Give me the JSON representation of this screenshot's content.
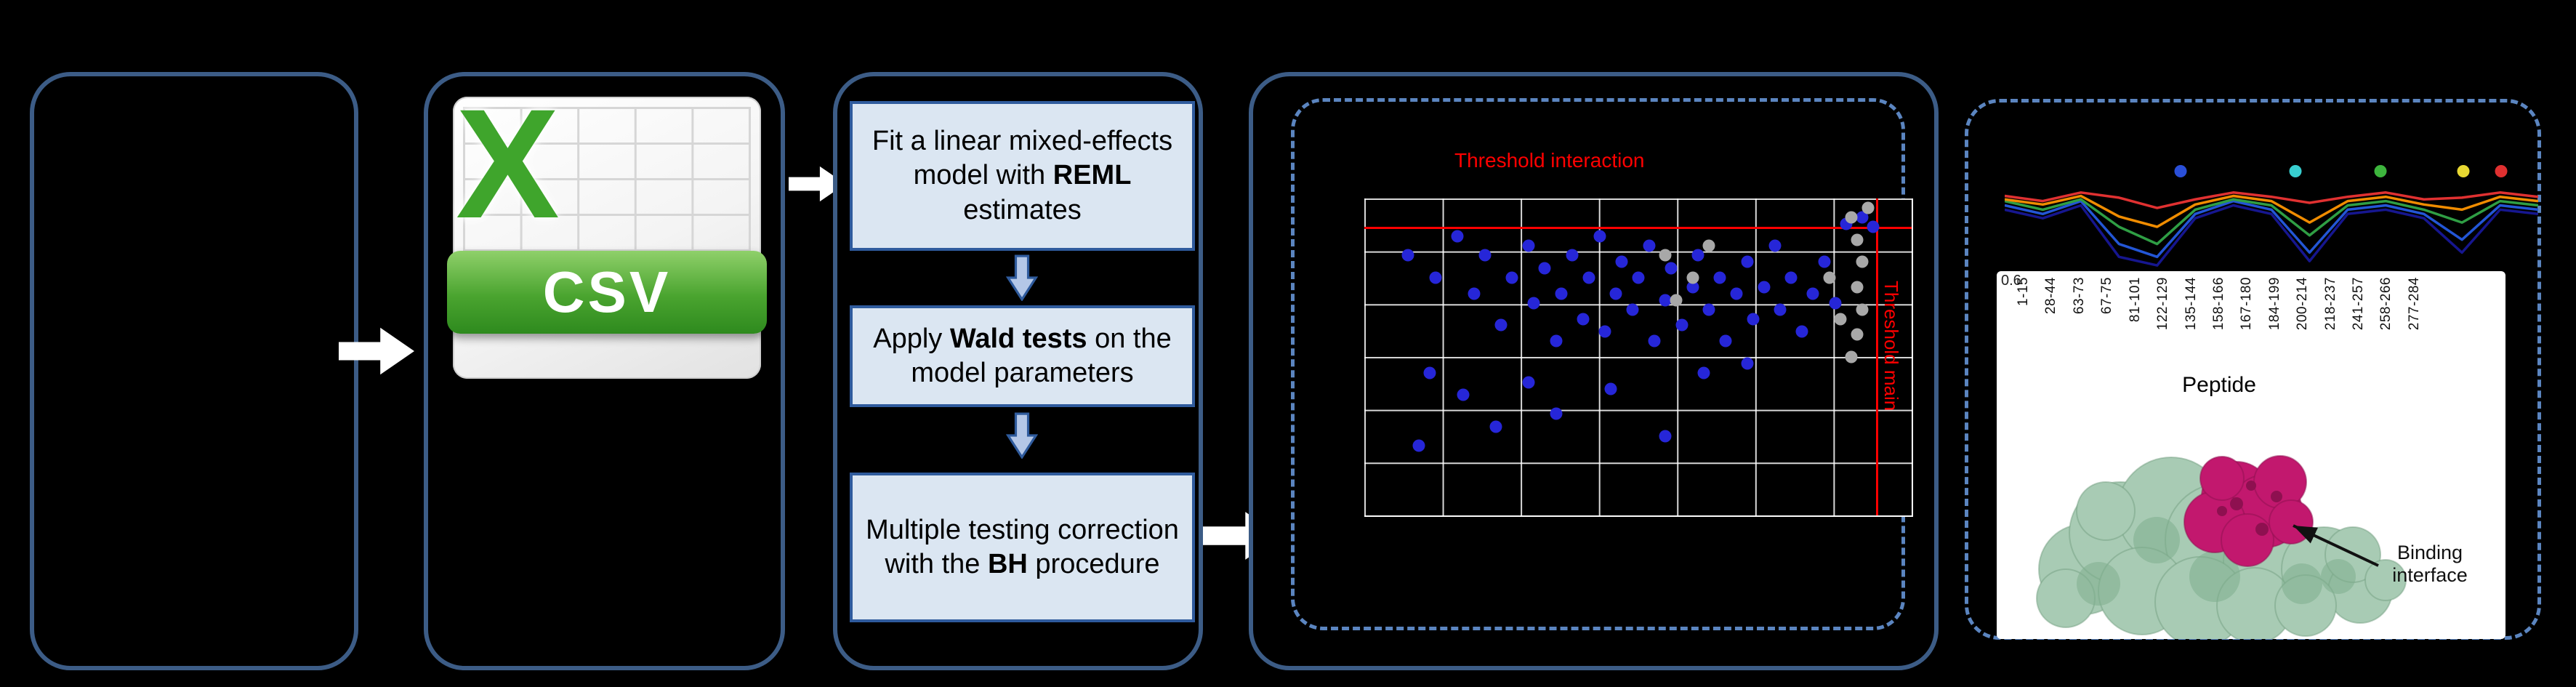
{
  "colors": {
    "background": "#000000",
    "panel_border": "#3c5c86",
    "dashed_border": "#5b85c0",
    "step_box_fill": "#dbe6f2",
    "step_box_border": "#2f5b9d",
    "flow_down_arrow_fill": "#b4c7e7",
    "white_arrow": "#ffffff",
    "threshold_red": "#ff0000",
    "scatter_dot_blue": "#2626d8",
    "scatter_dot_grey": "#a8a8a8",
    "csv_green": "#3fa52c",
    "protein_green": "#a8cbb4",
    "binding_magenta": "#c2186e"
  },
  "csv_icon": {
    "letter": "X",
    "label": "CSV"
  },
  "workflow": {
    "box1_segments": [
      {
        "text": "Fit a linear mixed-effects model with "
      },
      {
        "text": "REML",
        "bold": true
      },
      {
        "text": " estimates"
      }
    ],
    "box2_segments": [
      {
        "text": "Apply "
      },
      {
        "text": "Wald tests",
        "bold": true
      },
      {
        "text": " on the model parameters"
      }
    ],
    "box3_segments": [
      {
        "text": "Multiple testing correction\nwith the "
      },
      {
        "text": "BH",
        "bold": true
      },
      {
        "text": " procedure"
      }
    ]
  },
  "scatter": {
    "threshold_interaction_label": "Threshold interaction",
    "threshold_main_label": "Threshold main",
    "red_h_line_top_pct": 9,
    "red_v_line_left_pct": 93.5,
    "blue_points": [
      [
        8,
        18
      ],
      [
        13,
        25
      ],
      [
        17,
        12
      ],
      [
        20,
        30
      ],
      [
        22,
        18
      ],
      [
        25,
        40
      ],
      [
        27,
        25
      ],
      [
        30,
        15
      ],
      [
        31,
        33
      ],
      [
        33,
        22
      ],
      [
        35,
        45
      ],
      [
        36,
        30
      ],
      [
        38,
        18
      ],
      [
        40,
        38
      ],
      [
        41,
        25
      ],
      [
        43,
        12
      ],
      [
        44,
        42
      ],
      [
        46,
        30
      ],
      [
        47,
        20
      ],
      [
        49,
        35
      ],
      [
        50,
        25
      ],
      [
        52,
        15
      ],
      [
        53,
        45
      ],
      [
        55,
        32
      ],
      [
        56,
        22
      ],
      [
        58,
        40
      ],
      [
        60,
        28
      ],
      [
        61,
        18
      ],
      [
        63,
        35
      ],
      [
        65,
        25
      ],
      [
        66,
        45
      ],
      [
        68,
        30
      ],
      [
        70,
        20
      ],
      [
        71,
        38
      ],
      [
        73,
        28
      ],
      [
        75,
        15
      ],
      [
        76,
        35
      ],
      [
        78,
        25
      ],
      [
        80,
        42
      ],
      [
        82,
        30
      ],
      [
        84,
        20
      ],
      [
        86,
        33
      ],
      [
        88,
        8
      ],
      [
        91,
        6
      ],
      [
        93,
        9
      ],
      [
        12,
        55
      ],
      [
        18,
        62
      ],
      [
        24,
        72
      ],
      [
        30,
        58
      ],
      [
        45,
        60
      ],
      [
        55,
        75
      ],
      [
        10,
        78
      ],
      [
        35,
        68
      ],
      [
        62,
        55
      ],
      [
        70,
        52
      ]
    ],
    "grey_points": [
      [
        89,
        6
      ],
      [
        90,
        13
      ],
      [
        91,
        20
      ],
      [
        90,
        28
      ],
      [
        91,
        35
      ],
      [
        90,
        43
      ],
      [
        89,
        50
      ],
      [
        92,
        3
      ],
      [
        55,
        18
      ],
      [
        60,
        25
      ],
      [
        63,
        15
      ],
      [
        57,
        32
      ],
      [
        85,
        25
      ],
      [
        87,
        38
      ]
    ]
  },
  "linechart": {
    "y_tick_label": "0.6",
    "marker_dots": [
      {
        "x_pct": 33,
        "color": "#2a4fd8"
      },
      {
        "x_pct": 54.5,
        "color": "#38cfd0"
      },
      {
        "x_pct": 70.5,
        "color": "#3db53d"
      },
      {
        "x_pct": 86,
        "color": "#e8d832"
      },
      {
        "x_pct": 93,
        "color": "#e03030"
      }
    ],
    "series": [
      {
        "name": "navy",
        "color": "#16168f",
        "values": [
          0.7,
          0.6,
          0.75,
          0.15,
          0.05,
          0.6,
          0.75,
          0.65,
          0.1,
          0.65,
          0.7,
          0.6,
          0.2,
          0.7,
          0.65
        ]
      },
      {
        "name": "blue",
        "color": "#2356d6",
        "values": [
          0.75,
          0.65,
          0.8,
          0.3,
          0.15,
          0.65,
          0.8,
          0.7,
          0.2,
          0.7,
          0.75,
          0.65,
          0.35,
          0.75,
          0.7
        ]
      },
      {
        "name": "green",
        "color": "#2f9e44",
        "values": [
          0.8,
          0.7,
          0.82,
          0.5,
          0.3,
          0.7,
          0.82,
          0.75,
          0.4,
          0.75,
          0.8,
          0.7,
          0.55,
          0.8,
          0.75
        ]
      },
      {
        "name": "orange",
        "color": "#f08c00",
        "values": [
          0.82,
          0.76,
          0.86,
          0.62,
          0.5,
          0.76,
          0.86,
          0.8,
          0.55,
          0.8,
          0.85,
          0.76,
          0.7,
          0.85,
          0.8
        ]
      },
      {
        "name": "red",
        "color": "#e03131",
        "values": [
          0.86,
          0.8,
          0.9,
          0.84,
          0.72,
          0.82,
          0.9,
          0.85,
          0.78,
          0.85,
          0.9,
          0.82,
          0.84,
          0.9,
          0.85
        ]
      }
    ],
    "x_tick_labels": [
      "1-15",
      "28-44",
      "63-73",
      "67-75",
      "81-101",
      "122-129",
      "135-144",
      "158-166",
      "167-180",
      "184-199",
      "200-214",
      "218-237",
      "241-257",
      "258-266",
      "277-284"
    ],
    "x_axis_label": "Peptide"
  },
  "protein": {
    "annotation": "Binding\ninterface"
  }
}
